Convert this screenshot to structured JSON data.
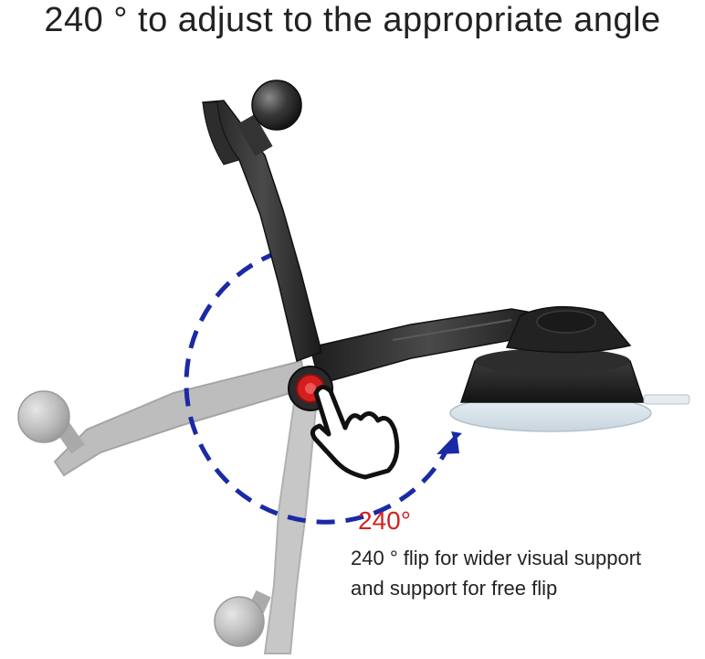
{
  "headline": "240 ° to adjust to the appropriate angle",
  "angle_label": "240°",
  "caption": {
    "line1": "240 ° flip for wider visual support",
    "line2": "and support for free flip"
  },
  "colors": {
    "arc_dashes": "#1a2aa6",
    "pivot_button": "#d41f1f",
    "angle_label": "#d42020",
    "mount_dark": "#2a2a2a",
    "mount_ghost": "#b8b8b8"
  },
  "icons": [
    "rotation-arc-icon",
    "arrow-head-icon",
    "hand-pointer-icon",
    "pivot-button-icon",
    "ball-joint-icon"
  ]
}
